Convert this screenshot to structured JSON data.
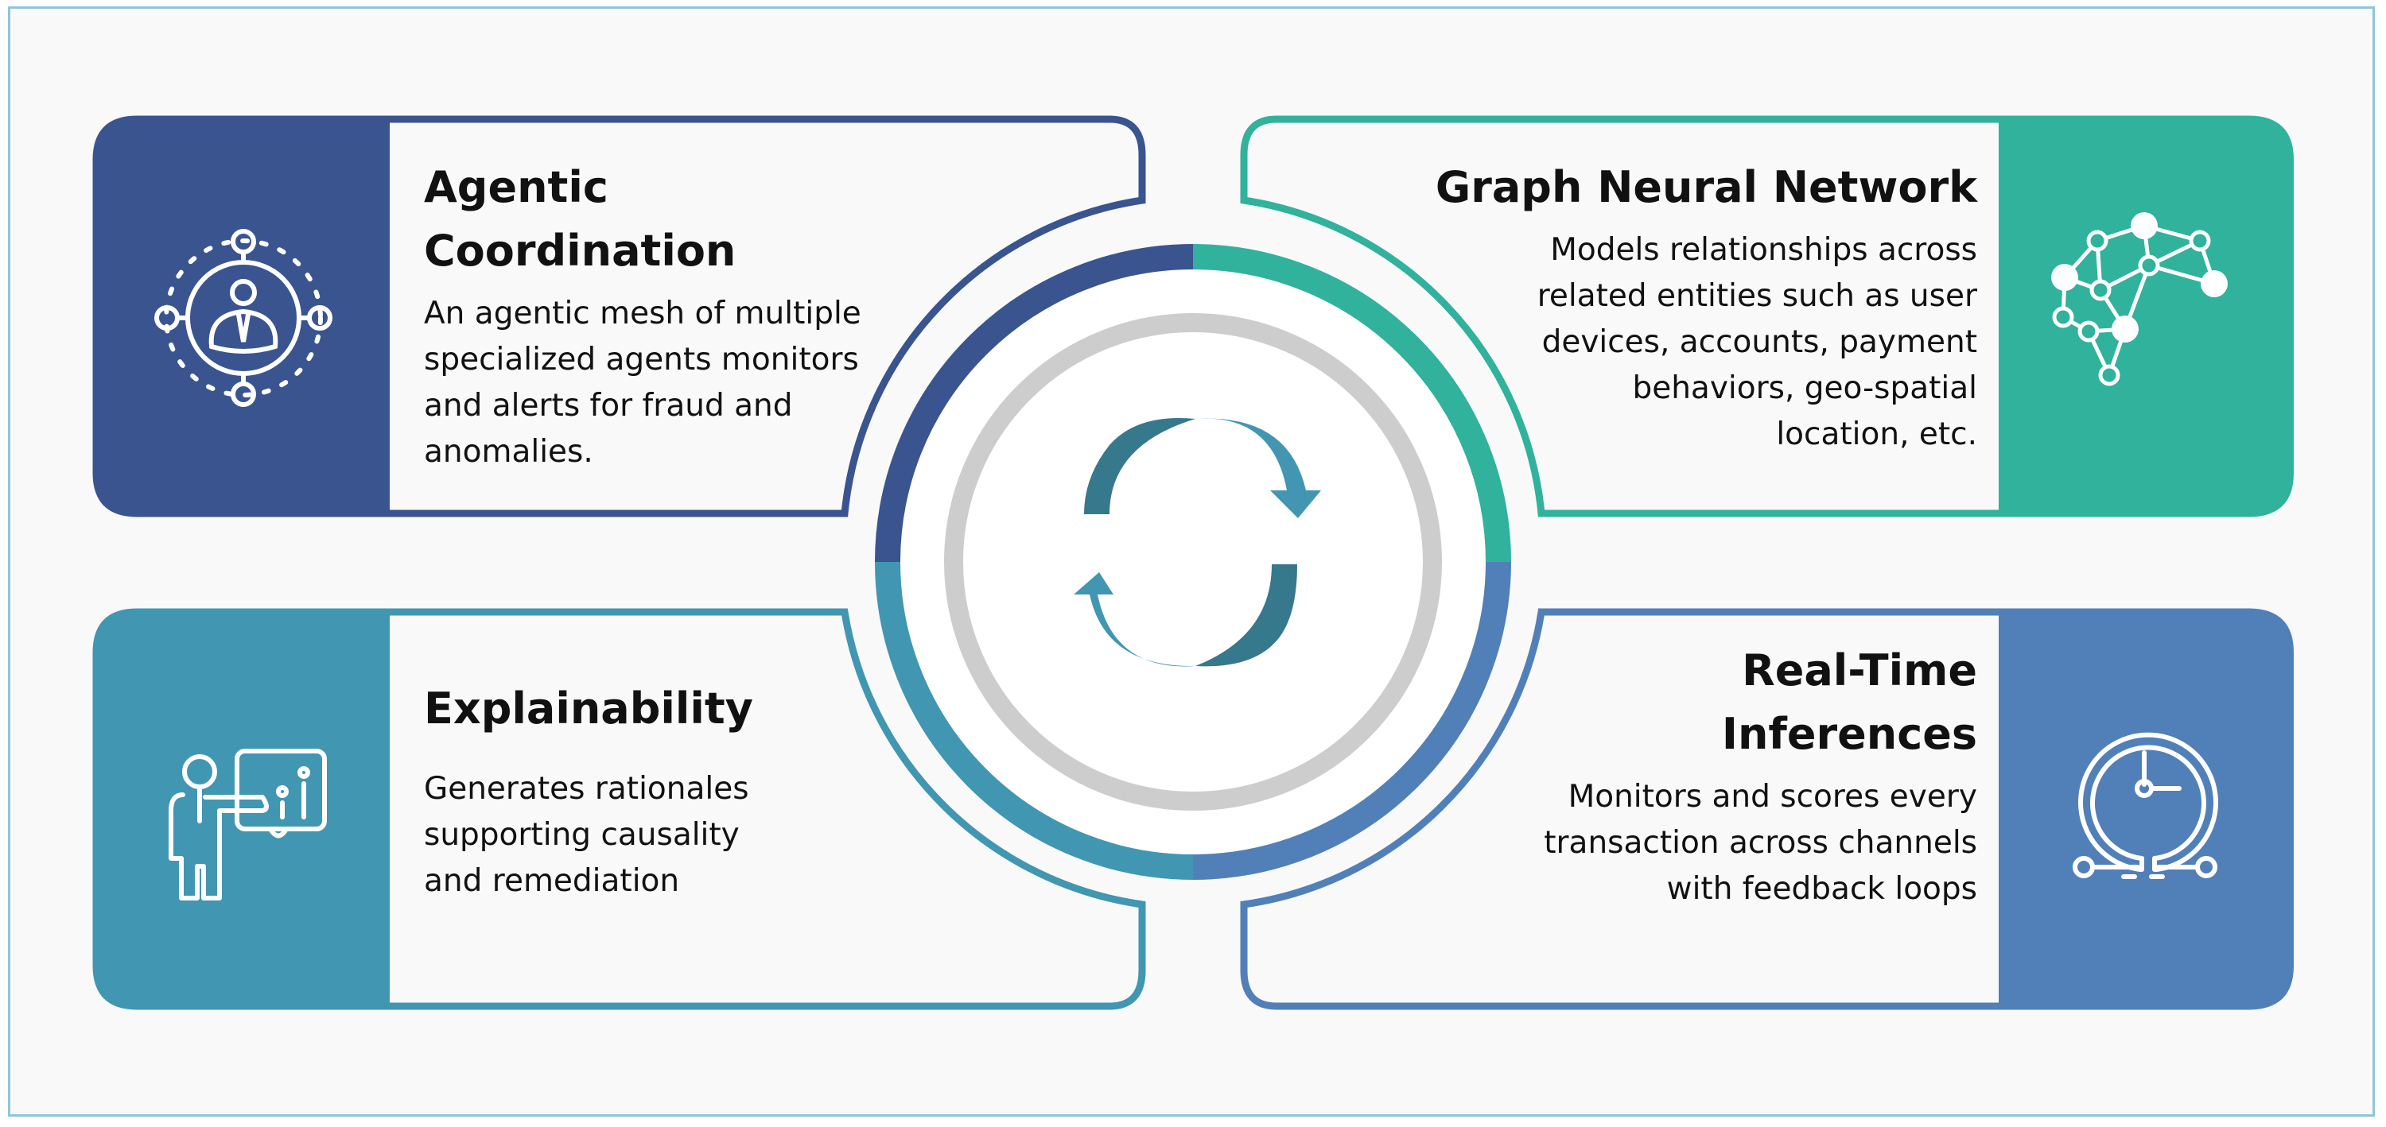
{
  "colors": {
    "background": "#f9f9f9",
    "frame_border": "#8ec6d8",
    "agentic": "#3a5490",
    "graph": "#30b29c",
    "explain": "#4196b2",
    "realtime": "#5180b9",
    "gray_ring": "#cdcdcd",
    "arrow_dark": "#36788c",
    "arrow_light": "#4296b2",
    "text": "#111111"
  },
  "center": {
    "icon": "cycle-arrows-icon"
  },
  "cards": [
    {
      "id": "agentic-coordination",
      "title_lines": [
        "Agentic Coordination"
      ],
      "body_lines": [
        "An agentic mesh of multiple",
        "specialized agents monitors",
        "and alerts for fraud and",
        "anomalies."
      ],
      "icon": "agent-network-icon",
      "color_key": "agentic"
    },
    {
      "id": "graph-neural-network",
      "title_lines": [
        "Graph Neural Network"
      ],
      "body_lines": [
        "Models relationships across",
        "related entities such as user",
        "devices, accounts, payment",
        "behaviors, geo-spatial",
        "location, etc."
      ],
      "icon": "neural-graph-icon",
      "color_key": "graph"
    },
    {
      "id": "explainability",
      "title_lines": [
        "Explainability"
      ],
      "body_lines": [
        "Generates rationales",
        "supporting causality",
        "and remediation"
      ],
      "icon": "presenter-board-icon",
      "color_key": "explain"
    },
    {
      "id": "real-time-inferences",
      "title_lines": [
        "Real-Time",
        "Inferences"
      ],
      "body_lines": [
        "Monitors and scores every",
        "transaction across channels",
        "with feedback loops"
      ],
      "icon": "clock-circuit-icon",
      "color_key": "realtime"
    }
  ]
}
